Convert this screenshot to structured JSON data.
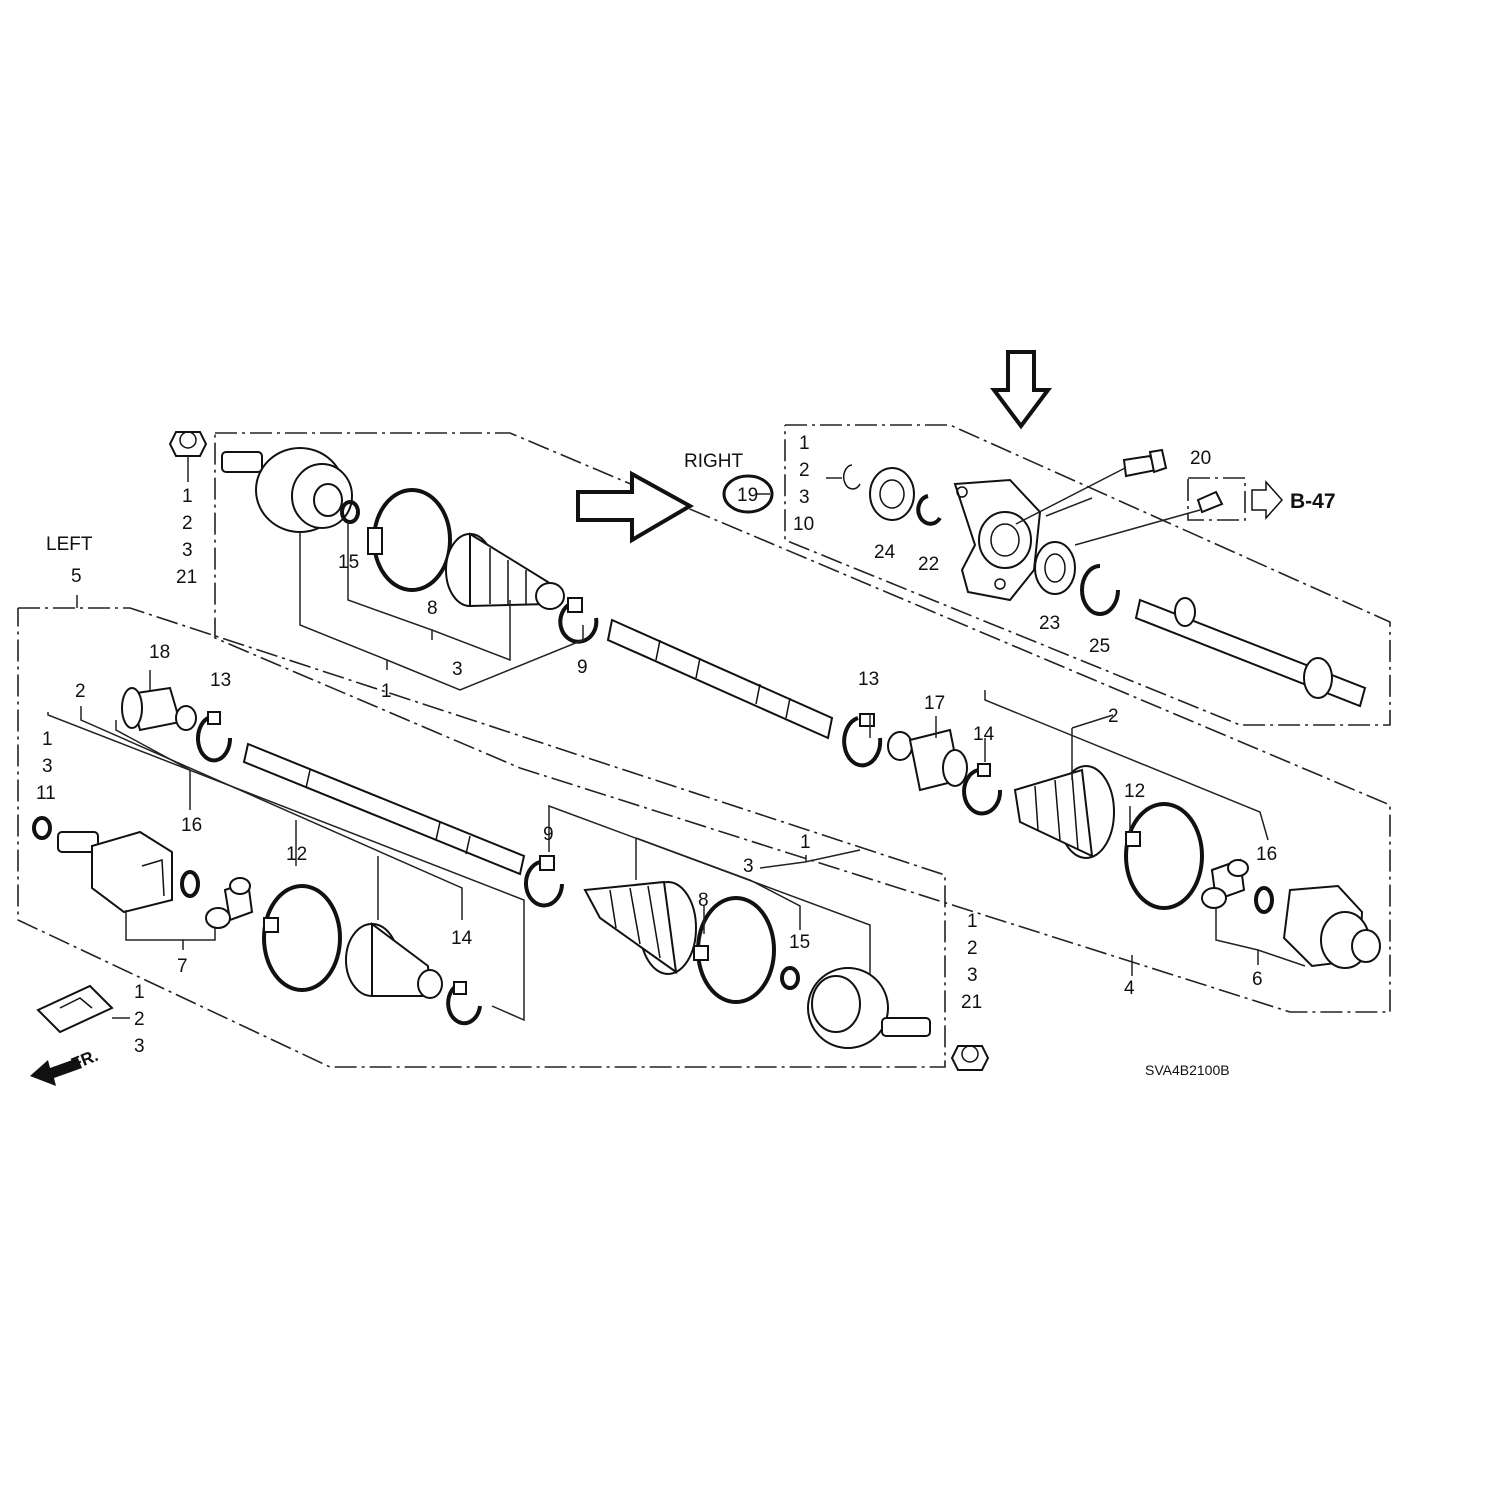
{
  "labels": {
    "left": "LEFT",
    "left_num": "5",
    "right": "RIGHT",
    "right_num": "19",
    "ref_page": "B-47",
    "front": "FR.",
    "code": "SVA4B2100B"
  },
  "callouts": {
    "nut_top": [
      "1",
      "2",
      "3",
      "21"
    ],
    "bearing_group": [
      "1",
      "2",
      "3",
      "10"
    ],
    "nut_bottom": [
      "1",
      "2",
      "3",
      "21"
    ],
    "left_shaft_group": [
      "1",
      "3",
      "11"
    ],
    "grease_pack": [
      "1",
      "2",
      "3"
    ]
  },
  "numbers": {
    "n15a": "15",
    "n8a": "8",
    "n3a": "3",
    "n1a": "1",
    "n9a": "9",
    "n24": "24",
    "n22": "22",
    "n23": "23",
    "n25": "25",
    "n20": "20",
    "n18": "18",
    "n13a": "13",
    "n2a": "2",
    "n16a": "16",
    "n12a": "12",
    "n14a": "14",
    "n7": "7",
    "n9b": "9",
    "n8b": "8",
    "n3b": "3",
    "n1b": "1",
    "n15b": "15",
    "n13b": "13",
    "n17": "17",
    "n14b": "14",
    "n2b": "2",
    "n12b": "12",
    "n16b": "16",
    "n4": "4",
    "n6": "6"
  }
}
